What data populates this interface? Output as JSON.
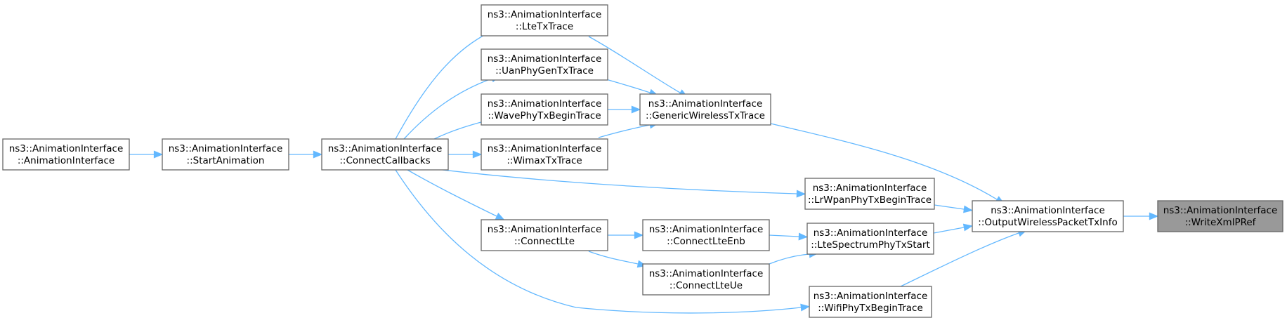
{
  "graph": {
    "nodes": [
      {
        "id": "n0",
        "line1": "ns3::AnimationInterface",
        "line2": "::WriteXmlPRef"
      },
      {
        "id": "n1",
        "line1": "ns3::AnimationInterface",
        "line2": "::OutputWirelessPacketTxInfo"
      },
      {
        "id": "n2",
        "line1": "ns3::AnimationInterface",
        "line2": "::GenericWirelessTxTrace"
      },
      {
        "id": "n3",
        "line1": "ns3::AnimationInterface",
        "line2": "::LteTxTrace"
      },
      {
        "id": "n4",
        "line1": "ns3::AnimationInterface",
        "line2": "::ConnectCallbacks"
      },
      {
        "id": "n5",
        "line1": "ns3::AnimationInterface",
        "line2": "::StartAnimation"
      },
      {
        "id": "n6",
        "line1": "ns3::AnimationInterface",
        "line2": "::AnimationInterface"
      },
      {
        "id": "n7",
        "line1": "ns3::AnimationInterface",
        "line2": "::UanPhyGenTxTrace"
      },
      {
        "id": "n8",
        "line1": "ns3::AnimationInterface",
        "line2": "::WavePhyTxBeginTrace"
      },
      {
        "id": "n9",
        "line1": "ns3::AnimationInterface",
        "line2": "::WimaxTxTrace"
      },
      {
        "id": "n10",
        "line1": "ns3::AnimationInterface",
        "line2": "::LrWpanPhyTxBeginTrace"
      },
      {
        "id": "n11",
        "line1": "ns3::AnimationInterface",
        "line2": "::LteSpectrumPhyTxStart"
      },
      {
        "id": "n12",
        "line1": "ns3::AnimationInterface",
        "line2": "::ConnectLteEnb"
      },
      {
        "id": "n13",
        "line1": "ns3::AnimationInterface",
        "line2": "::ConnectLte"
      },
      {
        "id": "n14",
        "line1": "ns3::AnimationInterface",
        "line2": "::ConnectLteUe"
      },
      {
        "id": "n15",
        "line1": "ns3::AnimationInterface",
        "line2": "::WifiPhyTxBeginTrace"
      }
    ],
    "edges": [
      {
        "from": "n1",
        "to": "n0"
      },
      {
        "from": "n2",
        "to": "n1"
      },
      {
        "from": "n3",
        "to": "n2"
      },
      {
        "from": "n4",
        "to": "n3"
      },
      {
        "from": "n5",
        "to": "n4"
      },
      {
        "from": "n6",
        "to": "n5"
      },
      {
        "from": "n4",
        "to": "n7"
      },
      {
        "from": "n4",
        "to": "n8"
      },
      {
        "from": "n4",
        "to": "n9"
      },
      {
        "from": "n4",
        "to": "n10"
      },
      {
        "from": "n4",
        "to": "n13"
      },
      {
        "from": "n4",
        "to": "n15"
      },
      {
        "from": "n7",
        "to": "n2"
      },
      {
        "from": "n8",
        "to": "n2"
      },
      {
        "from": "n9",
        "to": "n2"
      },
      {
        "from": "n10",
        "to": "n1"
      },
      {
        "from": "n11",
        "to": "n1"
      },
      {
        "from": "n15",
        "to": "n1"
      },
      {
        "from": "n12",
        "to": "n11"
      },
      {
        "from": "n14",
        "to": "n11"
      },
      {
        "from": "n13",
        "to": "n12"
      },
      {
        "from": "n13",
        "to": "n14"
      }
    ],
    "colors": {
      "edge": "#63b8ff",
      "node_border": "#666666",
      "highlight_fill": "#999999"
    }
  }
}
